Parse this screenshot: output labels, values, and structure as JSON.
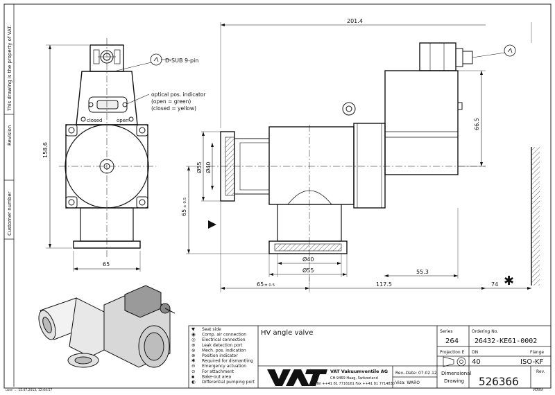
{
  "side_strip": {
    "property_note": "This drawing is the property of VAT.",
    "revision_label": "Revision",
    "customer_label": "Customer number"
  },
  "front_view": {
    "dsub_label": "D-SUB 9-pin",
    "indicator_label": "optical pos. indicator",
    "open_state": "(open = green)",
    "closed_state": "(closed = yellow)",
    "closed_text": "closed",
    "open_text": "open",
    "height_dim": "158.6",
    "width_dim": "65"
  },
  "side_view": {
    "overall_dim": "201.4",
    "actuator_dim": "66.5",
    "od55_left": "Ø55",
    "id40_left": "Ø40",
    "flange_height": "65",
    "flange_tol": "± 0.5",
    "id40_bottom": "Ø40",
    "od55_bottom": "Ø55",
    "offset_dim": "55.3",
    "len_left": "65",
    "len_left_tol": "± 0.5",
    "len_mid": "117.5",
    "clearance": "74"
  },
  "legend": [
    {
      "symbol": "▼",
      "text": "Seat side"
    },
    {
      "symbol": "◉",
      "text": "Comp. air connection"
    },
    {
      "symbol": "◎",
      "text": "Electrical connection"
    },
    {
      "symbol": "⊕",
      "text": "Leak detection port"
    },
    {
      "symbol": "⊛",
      "text": "Mech. pos. indication"
    },
    {
      "symbol": "⊗",
      "text": "Position indicator"
    },
    {
      "symbol": "✱",
      "text": "Required for dismantling"
    },
    {
      "symbol": "⊖",
      "text": "Emergency actuation"
    },
    {
      "symbol": "⊙",
      "text": "For attachment"
    },
    {
      "symbol": "▪",
      "text": "Bake-out area"
    },
    {
      "symbol": "◐",
      "text": "Differential pumping port"
    }
  ],
  "title_block": {
    "title": "HV angle valve",
    "series_label": "Series",
    "series_value": "264",
    "ordering_label": "Ordering No.",
    "ordering_value": "26432-KE61-0002",
    "projection_label": "Projection E",
    "dn_label": "DN",
    "dn_value": "40",
    "flange_label": "Flange",
    "flange_value": "ISO-KF",
    "company": "VAT Vakuumventile AG",
    "address": "CH-9469 Haag, Switzerland",
    "phone": "Tel ++41 81 7716161 Fax ++41 81 7714830",
    "rev_date": "Rev.-Date: 07.02.12",
    "visa": "Visa: WARO",
    "doc_type_1": "Dimensional",
    "doc_type_2": "Drawing",
    "drawing_number": "526366",
    "rev_label": "Rev."
  },
  "footer": {
    "left_note": "user: ... 15.07.2013, 12:04:57",
    "right_note": "VERRA"
  }
}
